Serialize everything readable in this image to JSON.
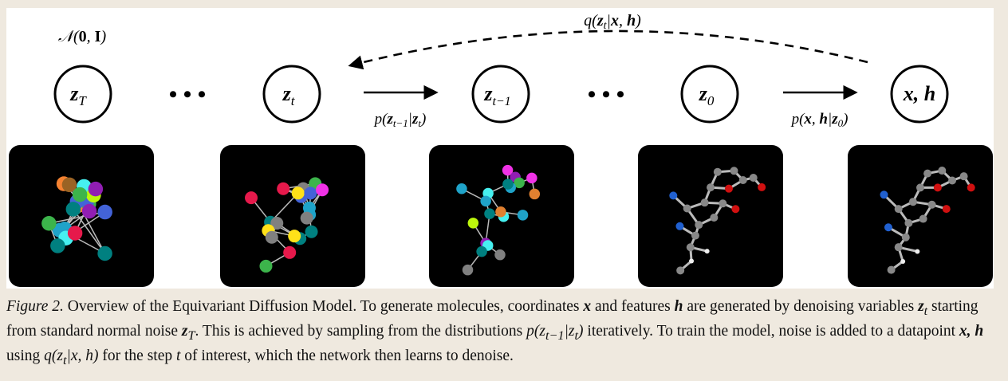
{
  "figure": {
    "prior_label": "𝒩(0, I)",
    "forward_label": "q(z_t | x, h)",
    "nodes": [
      {
        "label": "z_T"
      },
      {
        "label": "z_t"
      },
      {
        "label": "z_{t-1}"
      },
      {
        "label": "z_0"
      },
      {
        "label": "x, h"
      }
    ],
    "ellipsis": "• • •",
    "transitions": [
      "p(z_{t-1} | z_t)",
      "p(x, h | z_0)"
    ]
  },
  "caption": {
    "figure_label": "Figure 2.",
    "t1": " Overview of the Equivariant Diffusion Model. To generate molecules, coordinates ",
    "x": "x",
    "t2": " and features ",
    "h": "h",
    "t3": " are generated by denoising variables ",
    "zt": "z",
    "t": "t",
    "t4": " starting from standard normal noise ",
    "zT": "z",
    "T": "T",
    "t5": ". This is achieved by sampling from the distributions ",
    "dist": "p(z",
    "tm1": "t−1",
    "dist2": "|z",
    "dist3": ")",
    "t6": " iteratively. To train the model, noise is added to a datapoint ",
    "xh": "x, h",
    "t7": " using ",
    "q": "q(z",
    "q2": "|x, h)",
    "t8": " for the step ",
    "step": "t",
    "t9": " of interest, which the network then learns to denoise."
  }
}
